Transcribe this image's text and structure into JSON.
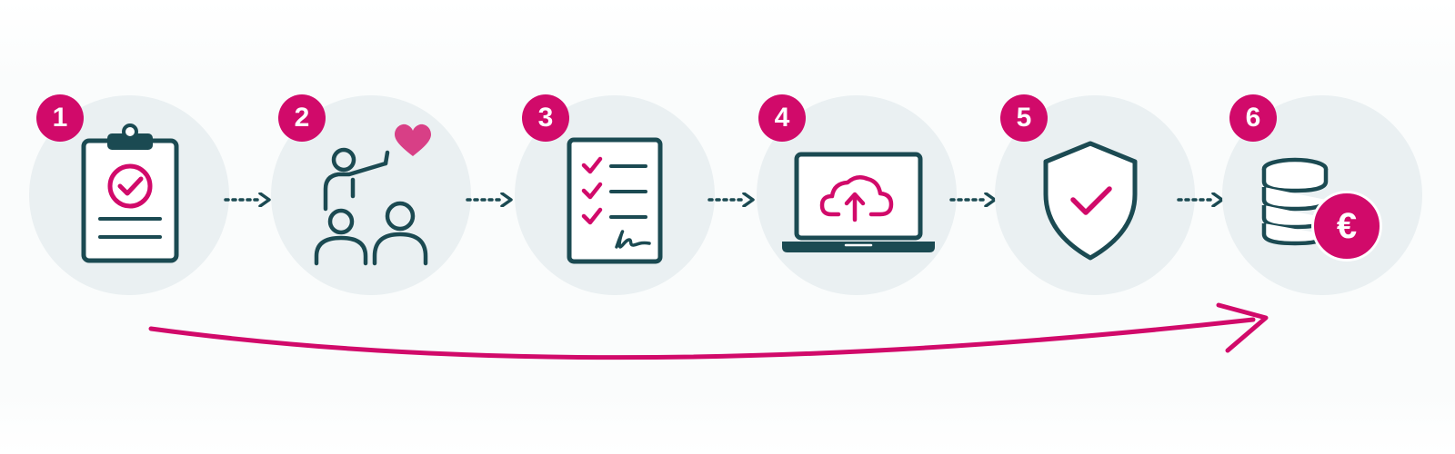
{
  "colors": {
    "accent": "#d10a6a",
    "heart": "#d83f86",
    "stroke": "#1b4a52",
    "circle_fill": "#eaf0f2",
    "background": "#ffffff"
  },
  "steps": [
    {
      "number": "1",
      "icon": "clipboard-check-icon"
    },
    {
      "number": "2",
      "icon": "team-heart-icon"
    },
    {
      "number": "3",
      "icon": "signed-checklist-icon"
    },
    {
      "number": "4",
      "icon": "laptop-cloud-upload-icon"
    },
    {
      "number": "5",
      "icon": "shield-check-icon"
    },
    {
      "number": "6",
      "icon": "coins-euro-icon"
    }
  ],
  "euro_symbol": "€"
}
